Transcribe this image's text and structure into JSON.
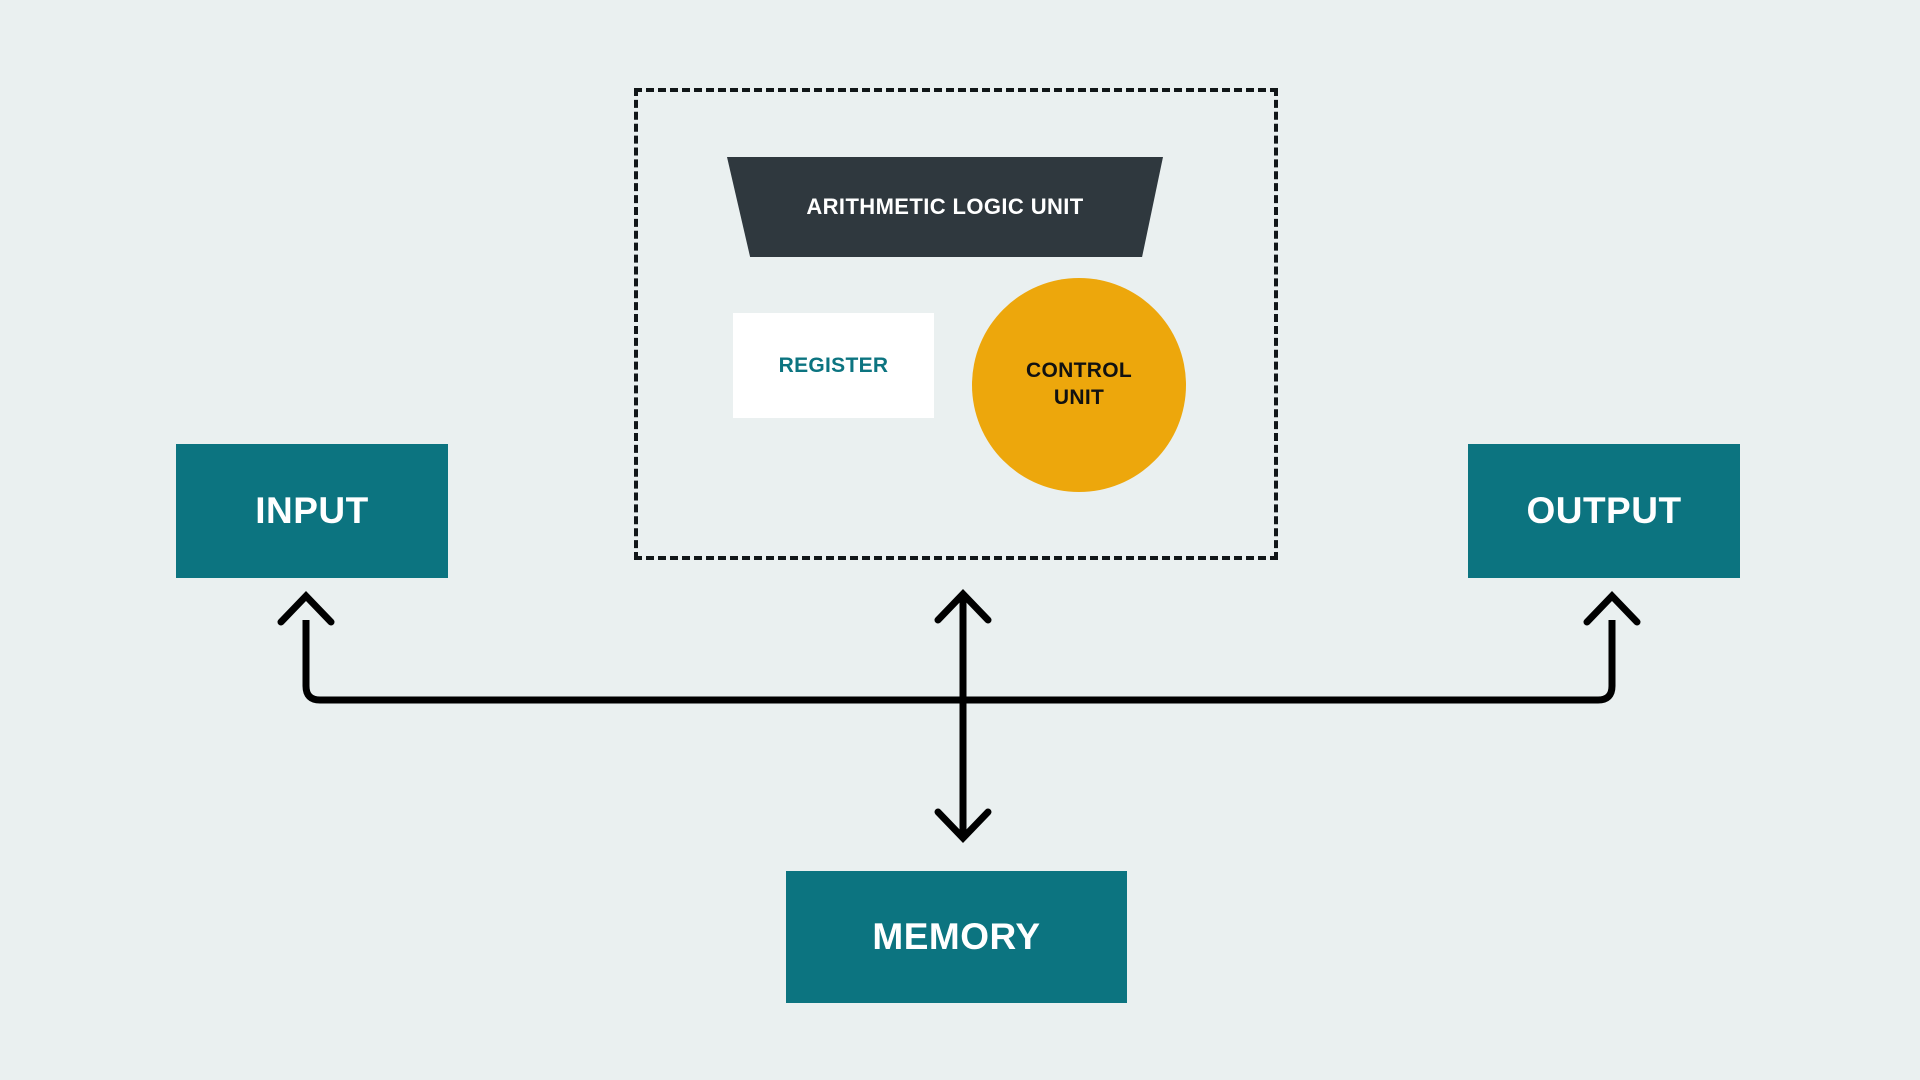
{
  "diagram": {
    "title": "Computer architecture block diagram",
    "background_color": "#eaf0f0",
    "line_color": "#000000",
    "cpu": {
      "boundary_name": "CPU dashed boundary",
      "border_style": "dashed",
      "border_color": "#111618",
      "components": {
        "alu": {
          "label": "ARITHMETIC LOGIC UNIT",
          "shape": "trapezoid",
          "fill": "#2f383e",
          "text_color": "#ffffff"
        },
        "register": {
          "label": "REGISTER",
          "shape": "rectangle",
          "fill": "#ffffff",
          "text_color": "#0c7480"
        },
        "control_unit": {
          "label_line_1": "CONTROL",
          "label_line_2": "UNIT",
          "shape": "circle",
          "fill": "#eda70c",
          "text_color": "#111111"
        }
      }
    },
    "peripherals": [
      {
        "key": "input",
        "label": "INPUT",
        "fill": "#0c7480",
        "text_color": "#ffffff"
      },
      {
        "key": "output",
        "label": "OUTPUT",
        "fill": "#0c7480",
        "text_color": "#ffffff"
      },
      {
        "key": "memory",
        "label": "MEMORY",
        "fill": "#0c7480",
        "text_color": "#ffffff"
      }
    ],
    "connectors": [
      {
        "name": "input-bus",
        "from": "system-bus",
        "to": "INPUT",
        "arrowheads": "single-up"
      },
      {
        "name": "output-bus",
        "from": "system-bus",
        "to": "OUTPUT",
        "arrowheads": "single-up"
      },
      {
        "name": "cpu-memory-bus",
        "from": "CPU",
        "to": "MEMORY",
        "arrowheads": "double"
      }
    ]
  }
}
